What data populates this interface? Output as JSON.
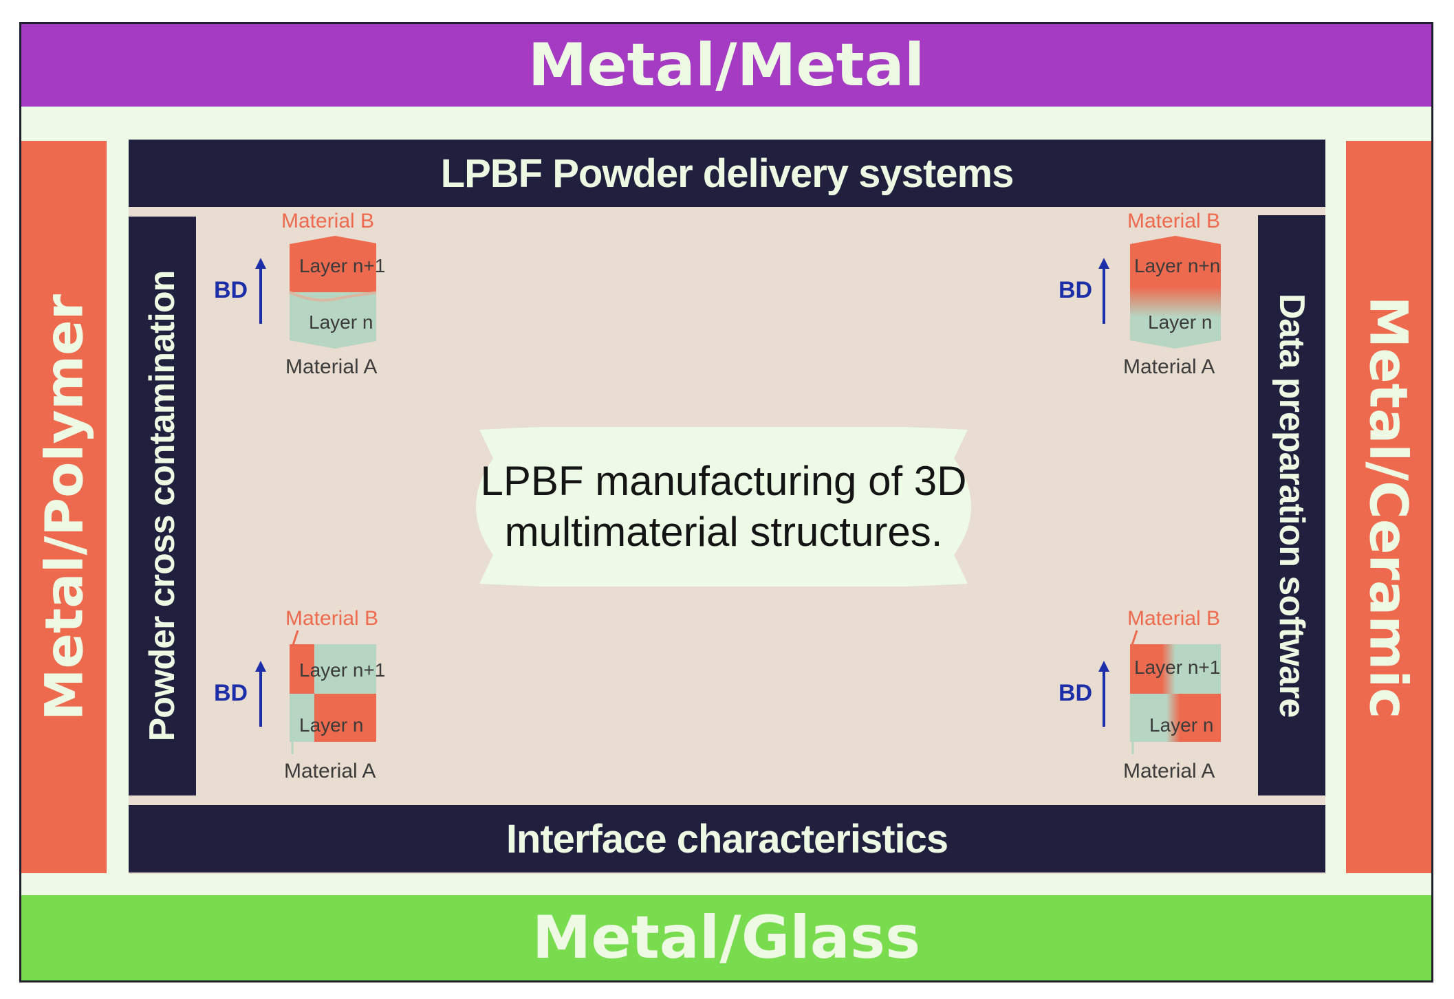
{
  "bands": {
    "top": "Metal/Metal",
    "bottom": "Metal/Glass",
    "left": "Metal/Polymer",
    "right": "Metal/Ceramic"
  },
  "bars": {
    "top": "LPBF Powder delivery systems",
    "bottom": "Interface characteristics",
    "left": "Powder cross contamination",
    "right": "Data preparation software"
  },
  "center": {
    "line1": "LPBF manufacturing of 3D",
    "line2": "multimaterial structures."
  },
  "blocks": [
    {
      "material_b": "Material B",
      "layer_top": "Layer n+1",
      "layer_bottom": "Layer n",
      "material_a": "Material A",
      "bd": "BD"
    },
    {
      "material_b": "Material B",
      "layer_top": "Layer n+n",
      "layer_bottom": "Layer n",
      "material_a": "Material A",
      "bd": "BD"
    },
    {
      "material_b": "Material B",
      "layer_top": "Layer n+1",
      "layer_bottom": "Layer n",
      "material_a": "Material A",
      "bd": "BD"
    },
    {
      "material_b": "Material B",
      "layer_top": "Layer n+1",
      "layer_bottom": "Layer n",
      "material_a": "Material A",
      "bd": "BD"
    }
  ],
  "colors": {
    "purple": "#a43bc2",
    "green": "#78dc4e",
    "coral": "#ee6a4e",
    "navy": "#20203e",
    "sage": "#b7d5c3",
    "background": "#e9dcd0",
    "light": "#eef9e4"
  }
}
